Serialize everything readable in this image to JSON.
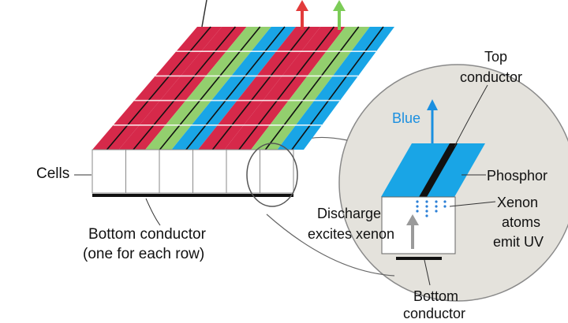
{
  "labels": {
    "cells": "Cells",
    "bottom_conductor_rows_1": "Bottom conductor",
    "bottom_conductor_rows_2": "(one for each row)",
    "top_conductor_1": "Top",
    "top_conductor_2": "conductor",
    "blue": "Blue",
    "phosphor": "Phosphor",
    "xenon_1": "Xenon",
    "xenon_2": "atoms",
    "xenon_3": "emit UV",
    "discharge_1": "Discharge",
    "discharge_2": "excites xenon",
    "bottom_1": "Bottom",
    "bottom_2": "conductor"
  },
  "colors": {
    "red": "#d6294a",
    "green": "#93cf6e",
    "blue": "#19a5e6",
    "magnifier_fill": "#e4e2dc",
    "arrow_red": "#e23b3b",
    "arrow_green": "#7ccc57",
    "arrow_blue": "#1a8fe0",
    "uv_dots": "#2b7fd6"
  },
  "strip_pattern": [
    "red",
    "red",
    "green",
    "blue",
    "red",
    "red",
    "green",
    "blue"
  ],
  "cell_count": 6
}
